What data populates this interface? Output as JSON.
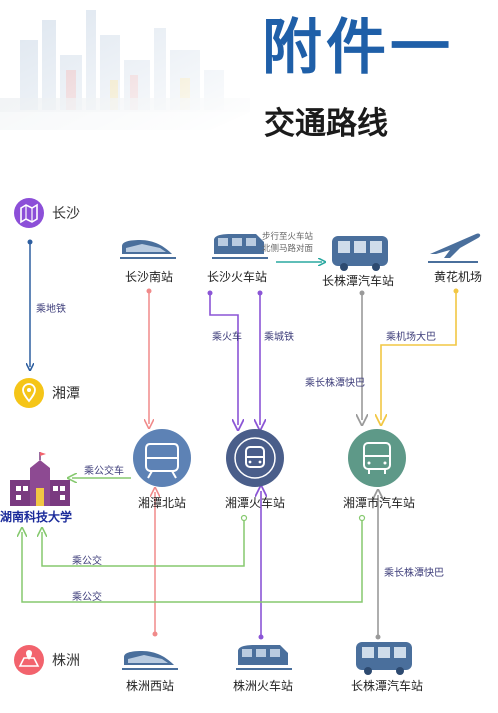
{
  "title": "附件一",
  "subtitle": "交通路线",
  "cities": {
    "changsha": "长沙",
    "xiangtan": "湘潭",
    "zhuzhou": "株洲"
  },
  "stations": {
    "changsha_south": "长沙南站",
    "changsha_train": "长沙火车站",
    "czt_bus_top": "长株潭汽车站",
    "huanghua_airport": "黄花机场",
    "xiangtan_north": "湘潭北站",
    "xiangtan_train": "湘潭火车站",
    "xiangtan_bus": "湘潭市汽车站",
    "university": "湖南科技大学",
    "zhuzhou_west": "株洲西站",
    "zhuzhou_train": "株洲火车站",
    "czt_bus_bottom": "长株潭汽车站"
  },
  "walk_note": [
    "步行至火车站",
    "北侧马路对面"
  ],
  "edges": {
    "metro": "乘地铁",
    "train": "乘火车",
    "intercity": "乘城铁",
    "airport_bus": "乘机场大巴",
    "czt_express_top": "乘长株潭快巴",
    "czt_express_bottom": "乘长株潭快巴",
    "bus_north": "乘公交车",
    "bus_1": "乘公交",
    "bus_2": "乘公交"
  },
  "colors": {
    "title": "#1f5fa8",
    "metro_line": "#2e5fa0",
    "pink_line": "#f08a8a",
    "purple_line": "#8b55d6",
    "gray_line": "#9a9a9a",
    "yellow_line": "#f2c744",
    "green_line": "#86c96f",
    "teal_line": "#2aa8a0"
  }
}
